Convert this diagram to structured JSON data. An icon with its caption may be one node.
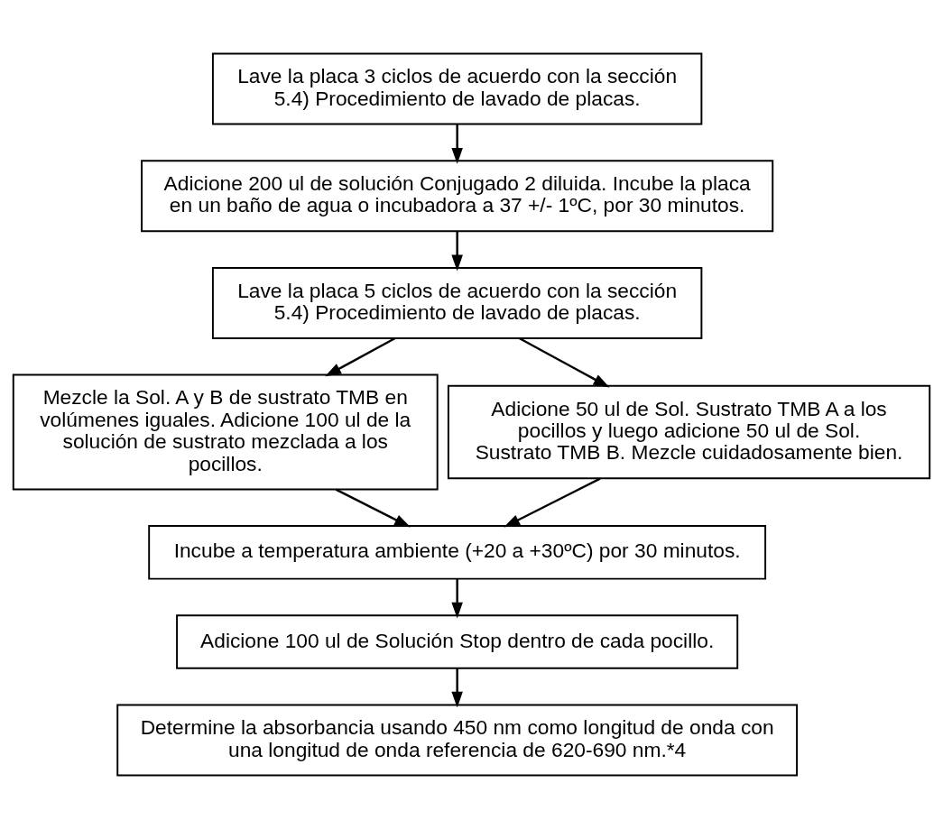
{
  "diagram": {
    "nodes": [
      {
        "text": [
          "Lave la placa 3 ciclos de acuerdo con la sección 5.4) Procedimiento de lavado de placas."
        ]
      },
      {
        "text": [
          "Adicione 200 ul de solución Conjugado 2 diluida. Incube la placa en un baño de agua o incubadora a 37 +/- 1ºC, por 30 minutos."
        ]
      },
      {
        "text": [
          "Lave la placa 5 ciclos de acuerdo con la sección 5.4) Procedimiento de lavado de placas."
        ]
      },
      {
        "text": [
          "Mezcle la Sol. A y B de sustrato TMB en volúmenes iguales. Adicione 100 ul de la solución de sustrato mezclada a los pocillos."
        ]
      },
      {
        "text": [
          "Adicione 50 ul de Sol. Sustrato TMB A a los pocillos y luego adicione 50 ul de Sol. Sustrato TMB B. Mezcle cuidadosamente bien."
        ]
      },
      {
        "text": [
          "Incube a temperatura ambiente (+20 a +30ºC) por 30 minutos."
        ]
      },
      {
        "text": [
          "Adicione 100 ul de Solución Stop dentro de cada pocillo."
        ]
      },
      {
        "text": [
          "Determine la absorbancia usando 450 nm como longitud de onda con una longitud de onda referencia de 620-690 nm.*4"
        ]
      }
    ],
    "edges": [
      {
        "from": 0,
        "to": 1,
        "arrow": "to"
      },
      {
        "from": 1,
        "to": 2,
        "arrow": "to"
      },
      {
        "from": 2,
        "to": 3,
        "arrow": "to"
      },
      {
        "from": 2,
        "to": 4,
        "arrow": "to"
      },
      {
        "from": 3,
        "to": 5,
        "arrow": "to"
      },
      {
        "from": 4,
        "to": 5,
        "arrow": "to"
      },
      {
        "from": 5,
        "to": 6,
        "arrow": "to"
      },
      {
        "from": 6,
        "to": 7,
        "arrow": "to"
      }
    ]
  }
}
